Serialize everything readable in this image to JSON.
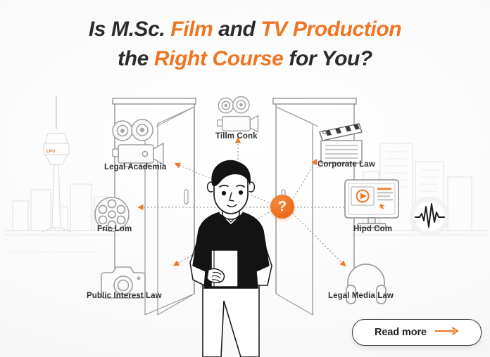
{
  "page": {
    "background_color": "#fbfbfb",
    "accent_color": "#ee7623",
    "text_color": "#2b2b2b"
  },
  "headline": {
    "line1_part1": "Is M.Sc. ",
    "line1_accent1": "Film",
    "line1_part2": " and ",
    "line1_accent2": "TV Production",
    "line2_part1": "the ",
    "line2_accent1": "Right Course",
    "line2_part2": " for You?"
  },
  "center_badge": {
    "label": "?"
  },
  "tower": {
    "brand": "LPU"
  },
  "nodes": [
    {
      "id": "legal-academia",
      "label": "Legal Academia",
      "icon": "movie-camera-icon"
    },
    {
      "id": "fric-lom",
      "label": "Fric Lom",
      "icon": "film-reel-icon"
    },
    {
      "id": "public-interest",
      "label": "Public Interest Law",
      "icon": "photo-camera-icon"
    },
    {
      "id": "tillm-conk",
      "label": "Tillm Conk",
      "icon": "movie-camera-icon"
    },
    {
      "id": "corporate-law",
      "label": "Corporate Law",
      "icon": "clapperboard-icon"
    },
    {
      "id": "hipd-com",
      "label": "Hipd Com",
      "icon": "monitor-play-icon"
    },
    {
      "id": "legal-media",
      "label": "Legal Media Law",
      "icon": "headphones-icon"
    }
  ],
  "decor": {
    "waveform_icon": "audio-waveform-icon",
    "person_illustration": "student-with-book-illustration"
  },
  "cta": {
    "label": "Read more",
    "arrow_icon": "arrow-right-icon"
  }
}
